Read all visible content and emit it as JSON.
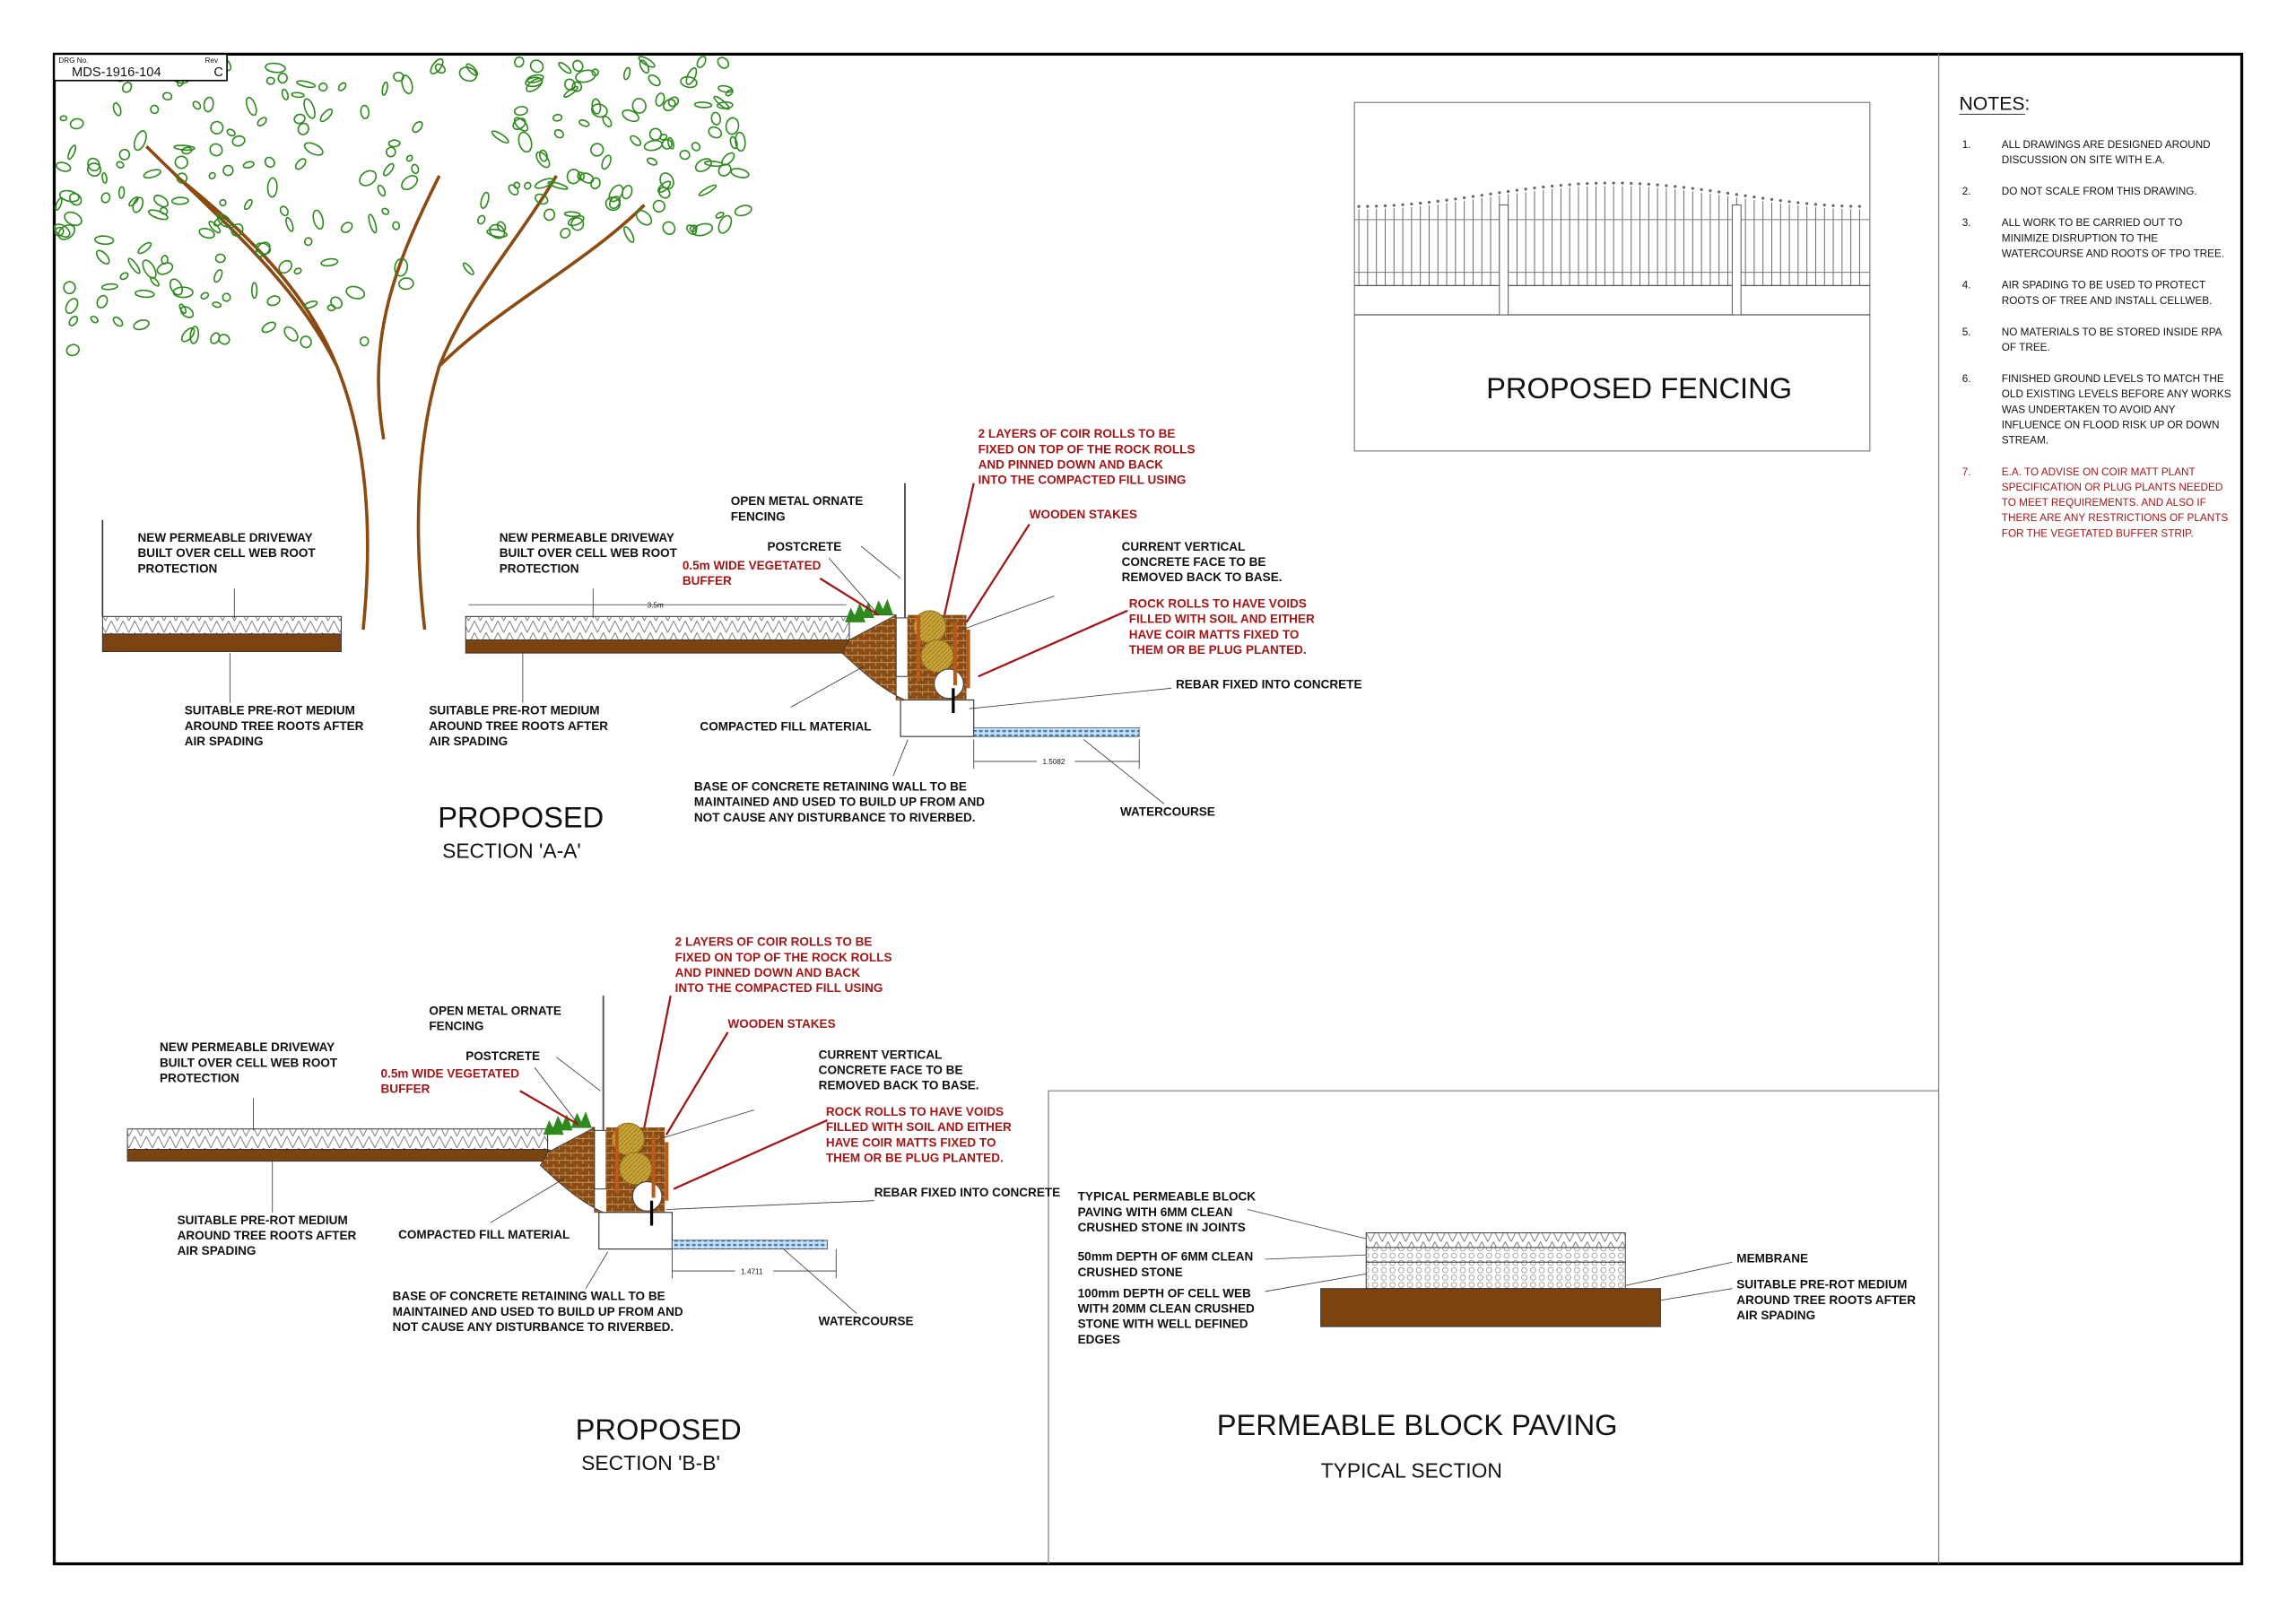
{
  "title_block": {
    "drg_label": "DRG No.",
    "drg_number": "MDS-1916-104",
    "rev_label": "Rev",
    "rev": "C"
  },
  "colors": {
    "soil": "#7a4310",
    "leaf": "#2f8a1e",
    "trunk": "#8a4a12",
    "annotation_red": "#a01818",
    "water": "#3a7fc4"
  },
  "section_aa": {
    "title": "PROPOSED",
    "subtitle": "SECTION 'A-A'",
    "dim_driveway": "3.5m",
    "dim_water": "1.5082",
    "labels": {
      "driveway_left": [
        "NEW PERMEABLE DRIVEWAY",
        "BUILT OVER CELL WEB ROOT",
        "PROTECTION"
      ],
      "driveway_right": [
        "NEW PERMEABLE DRIVEWAY",
        "BUILT OVER CELL WEB ROOT",
        "PROTECTION"
      ],
      "medium_left": [
        "SUITABLE PRE-ROT MEDIUM",
        "AROUND TREE ROOTS AFTER",
        "AIR SPADING"
      ],
      "medium_right": [
        "SUITABLE PRE-ROT MEDIUM",
        "AROUND TREE ROOTS AFTER",
        "AIR SPADING"
      ],
      "fencing": [
        "OPEN METAL ORNATE",
        "FENCING"
      ],
      "postcrete": [
        "POSTCRETE"
      ],
      "buffer": [
        "0.5m WIDE VEGETATED",
        "BUFFER"
      ],
      "coir": [
        "2 LAYERS OF COIR ROLLS TO BE",
        "FIXED ON TOP OF THE ROCK ROLLS",
        "AND PINNED DOWN AND BACK",
        "INTO THE COMPACTED FILL USING"
      ],
      "stakes": [
        "WOODEN STAKES"
      ],
      "concrete_face": [
        "CURRENT VERTICAL",
        "CONCRETE FACE TO BE",
        "REMOVED BACK TO BASE."
      ],
      "rock_rolls": [
        "ROCK ROLLS TO HAVE VOIDS",
        "FILLED WITH SOIL AND EITHER",
        "HAVE COIR MATTS FIXED TO",
        "THEM OR BE PLUG PLANTED."
      ],
      "rebar": [
        "REBAR FIXED INTO CONCRETE"
      ],
      "fill": [
        "COMPACTED FILL MATERIAL"
      ],
      "base": [
        "BASE OF CONCRETE RETAINING WALL TO BE",
        "MAINTAINED AND USED TO BUILD UP FROM AND",
        "NOT CAUSE ANY DISTURBANCE TO RIVERBED."
      ],
      "watercourse": [
        "WATERCOURSE"
      ]
    }
  },
  "section_bb": {
    "title": "PROPOSED",
    "subtitle": "SECTION 'B-B'",
    "dim_water": "1.4711",
    "labels": {
      "driveway": [
        "NEW PERMEABLE DRIVEWAY",
        "BUILT OVER CELL WEB ROOT",
        "PROTECTION"
      ],
      "medium": [
        "SUITABLE PRE-ROT MEDIUM",
        "AROUND TREE ROOTS AFTER",
        "AIR SPADING"
      ],
      "fencing": [
        "OPEN METAL ORNATE",
        "FENCING"
      ],
      "postcrete": [
        "POSTCRETE"
      ],
      "buffer": [
        "0.5m WIDE VEGETATED",
        "BUFFER"
      ],
      "coir": [
        "2 LAYERS OF COIR ROLLS TO BE",
        "FIXED ON TOP OF THE ROCK ROLLS",
        "AND PINNED DOWN AND BACK",
        "INTO THE COMPACTED FILL USING"
      ],
      "stakes": [
        "WOODEN STAKES"
      ],
      "concrete_face": [
        "CURRENT VERTICAL",
        "CONCRETE FACE TO BE",
        "REMOVED BACK TO BASE."
      ],
      "rock_rolls": [
        "ROCK ROLLS TO HAVE VOIDS",
        "FILLED WITH SOIL AND EITHER",
        "HAVE COIR MATTS FIXED TO",
        "THEM OR BE PLUG PLANTED."
      ],
      "rebar": [
        "REBAR FIXED INTO CONCRETE"
      ],
      "fill": [
        "COMPACTED FILL MATERIAL"
      ],
      "base": [
        "BASE OF CONCRETE RETAINING WALL TO BE",
        "MAINTAINED AND USED TO BUILD UP FROM AND",
        "NOT CAUSE ANY DISTURBANCE TO RIVERBED."
      ],
      "watercourse": [
        "WATERCOURSE"
      ]
    }
  },
  "fencing": {
    "title": "PROPOSED FENCING"
  },
  "paving": {
    "title": "PERMEABLE BLOCK PAVING",
    "subtitle": "TYPICAL SECTION",
    "labels": {
      "blocks": [
        "TYPICAL PERMEABLE BLOCK",
        "PAVING WITH 6MM CLEAN",
        "CRUSHED STONE IN JOINTS"
      ],
      "gravel": [
        "50mm DEPTH OF 6MM CLEAN",
        "CRUSHED STONE"
      ],
      "cellweb": [
        "100mm DEPTH OF CELL WEB",
        "WITH 20MM CLEAN CRUSHED",
        "STONE WITH WELL DEFINED",
        "EDGES"
      ],
      "membrane": [
        "MEMBRANE"
      ],
      "medium": [
        "SUITABLE PRE-ROT MEDIUM",
        "AROUND TREE ROOTS AFTER",
        "AIR SPADING"
      ]
    }
  },
  "notes": {
    "heading": "NOTES:",
    "items": [
      {
        "num": "1.",
        "lines": [
          "ALL DRAWINGS ARE DESIGNED AROUND",
          "DISCUSSION ON SITE WITH E.A."
        ]
      },
      {
        "num": "2.",
        "lines": [
          "DO NOT SCALE FROM THIS DRAWING."
        ]
      },
      {
        "num": "3.",
        "lines": [
          "ALL WORK TO BE CARRIED OUT TO",
          "MINIMIZE DISRUPTION TO THE",
          "WATERCOURSE AND ROOTS OF TPO TREE."
        ]
      },
      {
        "num": "4.",
        "lines": [
          "AIR SPADING TO BE USED TO PROTECT",
          "ROOTS OF TREE AND INSTALL CELLWEB."
        ]
      },
      {
        "num": "5.",
        "lines": [
          "NO MATERIALS TO BE STORED INSIDE RPA",
          "OF TREE."
        ]
      },
      {
        "num": "6.",
        "lines": [
          "FINISHED GROUND LEVELS TO MATCH THE",
          "OLD EXISTING LEVELS BEFORE ANY WORKS",
          "WAS UNDERTAKEN TO AVOID ANY",
          "INFLUENCE ON FLOOD RISK UP OR DOWN",
          "STREAM."
        ]
      },
      {
        "num": "7.",
        "highlight": true,
        "lines": [
          "E.A. TO ADVISE ON COIR MATT PLANT",
          "SPECIFICATION OR PLUG PLANTS NEEDED",
          "TO MEET REQUIREMENTS. AND ALSO IF",
          "THERE ARE ANY RESTRICTIONS OF PLANTS",
          "FOR THE VEGETATED BUFFER STRIP."
        ]
      }
    ]
  }
}
